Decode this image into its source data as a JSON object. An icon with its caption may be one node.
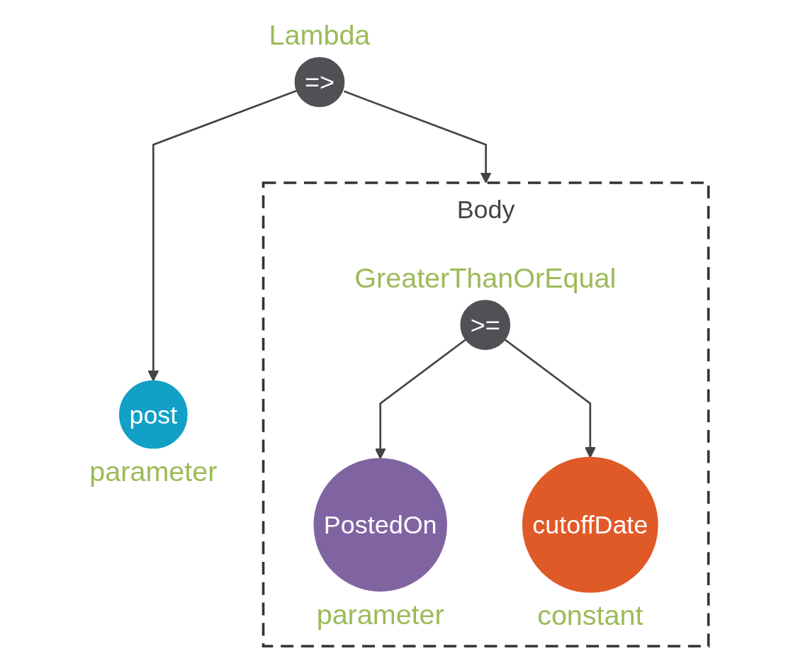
{
  "diagram": {
    "nodes": [
      {
        "text": [
          "=>"
        ],
        "beside": [
          "Lambda"
        ]
      },
      {
        "text": [
          "post"
        ],
        "beside": [
          "parameter"
        ]
      },
      {
        "text": [
          "Body"
        ]
      },
      {
        "text": [
          ">="
        ],
        "in": 2,
        "beside": [
          "GreaterThanOrEqual"
        ]
      },
      {
        "text": [
          "PostedOn"
        ],
        "in": 2,
        "beside": [
          "parameter"
        ]
      },
      {
        "text": [
          "cutoffDate"
        ],
        "in": 2,
        "beside": [
          "constant"
        ]
      }
    ],
    "edges": [
      {
        "from": 0,
        "to": 1,
        "arrow": "to"
      },
      {
        "from": 0,
        "to": 2,
        "arrow": "to"
      },
      {
        "from": 3,
        "to": 4,
        "arrow": "to"
      },
      {
        "from": 3,
        "to": 5,
        "arrow": "to"
      }
    ]
  }
}
